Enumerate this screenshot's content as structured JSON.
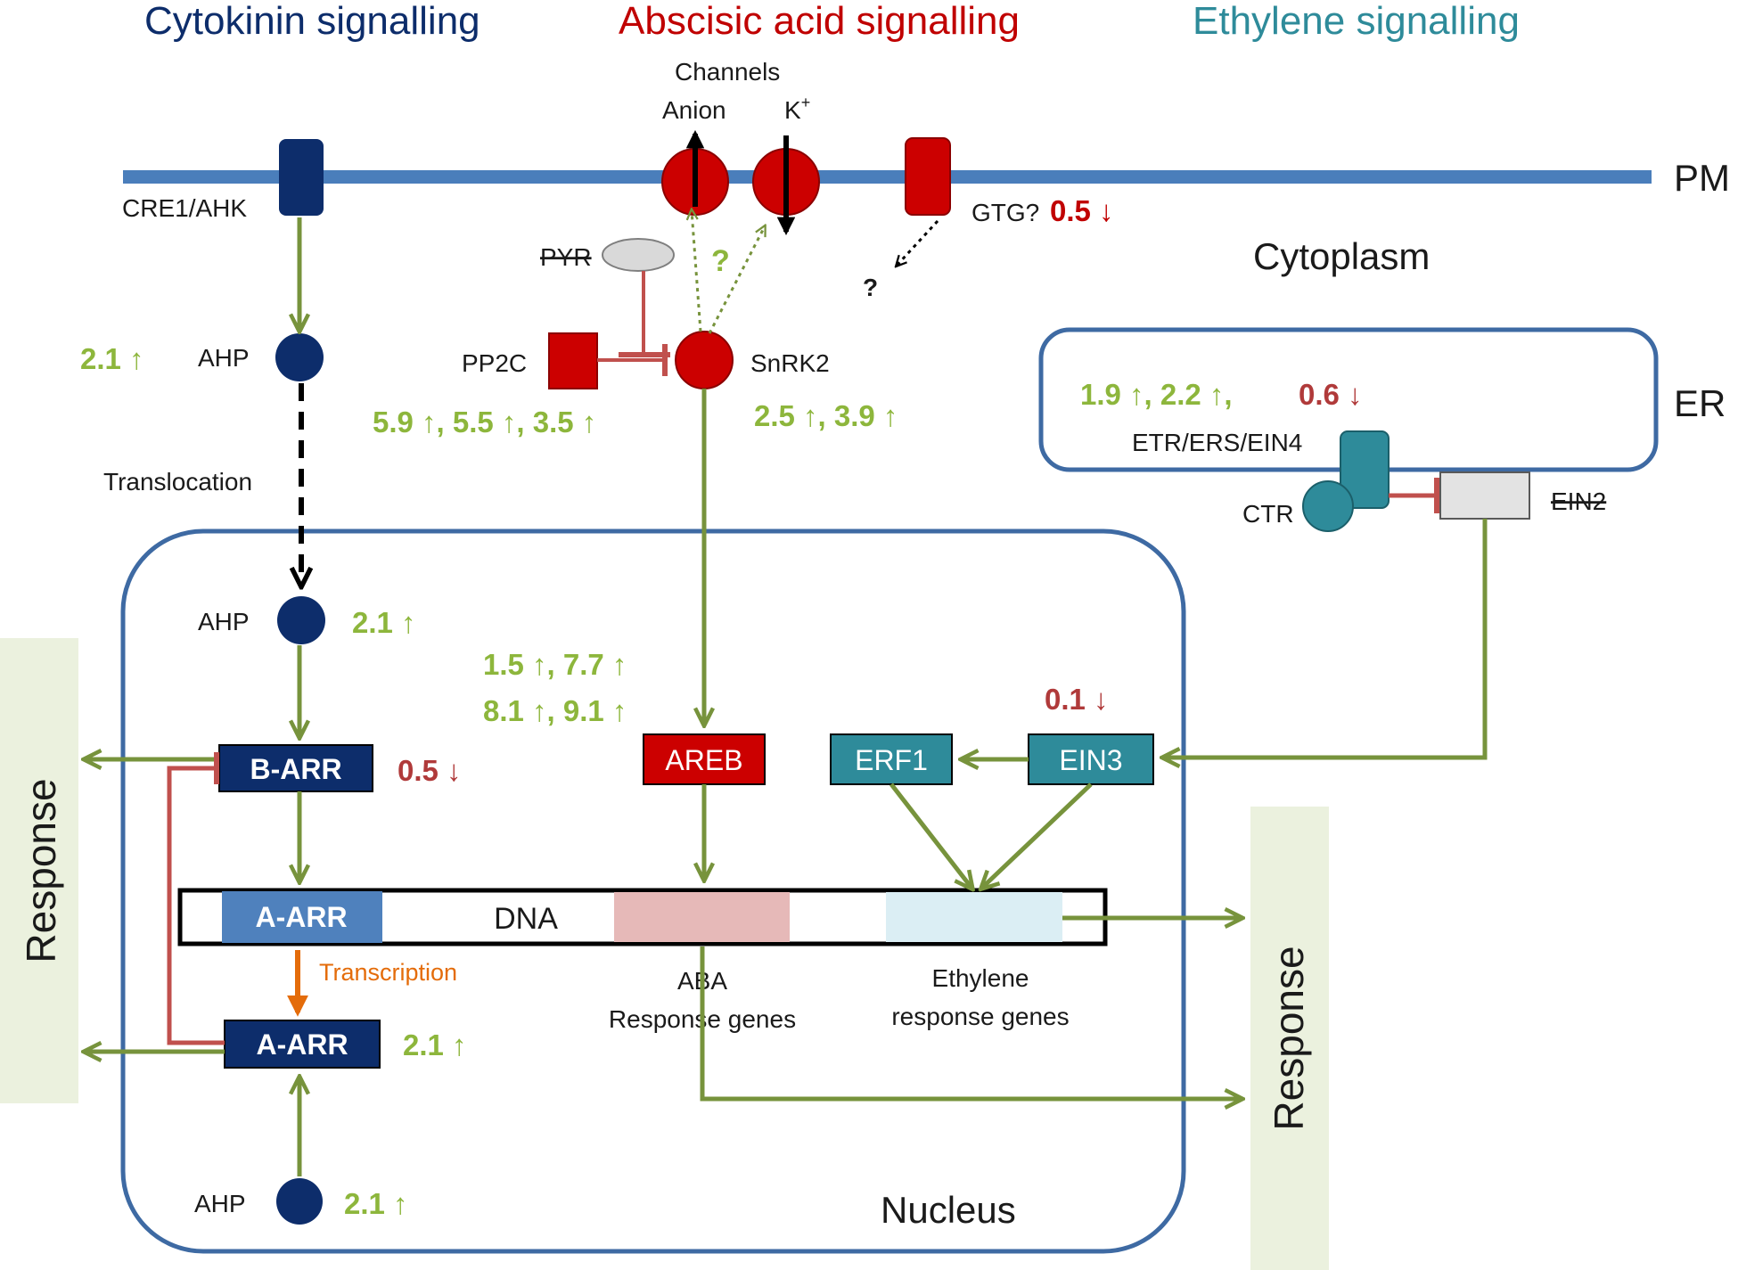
{
  "headers": {
    "cytokinin": "Cytokinin signalling",
    "aba": "Abscisic acid signalling",
    "ethylene": "Ethylene  signalling"
  },
  "compartments": {
    "pm": "PM",
    "cytoplasm": "Cytoplasm",
    "er": "ER",
    "nucleus": "Nucleus"
  },
  "labels": {
    "channels": "Channels",
    "anion": "Anion",
    "k_plus": "K",
    "k_sup": "+",
    "cre1": "CRE1/AHK",
    "gtg": "GTG?",
    "question1": "?",
    "question2": "?",
    "pyr": "PYR",
    "pp2c": "PP2C",
    "snrk2": "SnRK2",
    "ahp_top": "AHP",
    "ahp_mid": "AHP",
    "ahp_bottom": "AHP",
    "translocation": "Translocation",
    "etr": "ETR/ERS/EIN4",
    "ctr": "CTR",
    "ein2": "EIN2",
    "barr": "B-ARR",
    "areb": "AREB",
    "erf1": "ERF1",
    "ein3": "EIN3",
    "aarr_dna": "A-ARR",
    "dna": "DNA",
    "aarr": "A-ARR",
    "transcription": "Transcription",
    "aba_genes_1": "ABA",
    "aba_genes_2": "Response genes",
    "eth_genes_1": "Ethylene",
    "eth_genes_2": "response genes",
    "response_left": "Response",
    "response_right": "Response"
  },
  "values": {
    "gtg": "0.5 ↓",
    "ahp_top": "2.1 ↑",
    "pp2c": "5.9 ↑, 5.5 ↑, 3.5 ↑",
    "snrk2": "2.5 ↑, 3.9 ↑",
    "er_green": "1.9 ↑, 2.2 ↑,",
    "er_red": "0.6 ↓",
    "ahp_mid": "2.1 ↑",
    "areb_1": "1.5 ↑, 7.7 ↑",
    "areb_2": "8.1 ↑, 9.1 ↑",
    "ein3": "0.1 ↓",
    "barr": "0.5 ↓",
    "aarr": "2.1 ↑",
    "ahp_bottom": "2.1 ↑"
  },
  "colors": {
    "cytokinin": "#0d2d6b",
    "aba": "#c00000",
    "ethylene": "#2e8b9a",
    "membrane": "#4a7ebb",
    "arrow_green": "#77933c",
    "inhibit_red": "#c0504d",
    "num_green": "#8db63c",
    "num_red": "#b03a3a",
    "transcription": "#e46c0a",
    "response_bg": "#ebf1de"
  }
}
